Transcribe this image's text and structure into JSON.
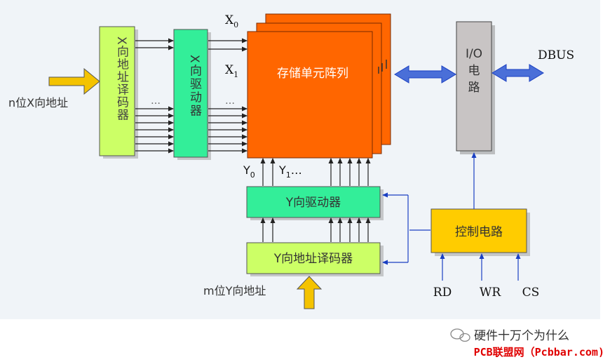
{
  "blocks": {
    "x_decoder": "X向地址译码器",
    "x_driver": "X向驱动器",
    "memory_array": "存储单元阵列",
    "io_circuit": "I/O电路",
    "y_driver": "Y向驱动器",
    "y_decoder": "Y向地址译码器",
    "control": "控制电路"
  },
  "labels": {
    "x_input": "n位X向地址",
    "y_input": "m位Y向地址",
    "dbus": "DBUS",
    "x0": "X",
    "x0_sub": "0",
    "x1": "X",
    "x1_sub": "1",
    "y0": "Y",
    "y0_sub": "0",
    "y1": "Y",
    "y1_sub": "1",
    "y1_ellipsis": "…",
    "dots": "…",
    "rd": "RD",
    "wr": "WR",
    "cs": "CS"
  },
  "watermark": {
    "account": "硬件十万个为什么",
    "site": "PCB联盟网（Pcbbar.com)"
  },
  "colors": {
    "background_panel": "#f0f4f8",
    "decoder_fill": "#ccff66",
    "driver_fill": "#33ee99",
    "memory_fill": "#ff6600",
    "io_fill": "#c8c4c4",
    "control_fill": "#ffcc00",
    "input_arrow": "#f4c300",
    "bus_arrow": "#4a6fd8",
    "watermark_red": "#e00000"
  }
}
